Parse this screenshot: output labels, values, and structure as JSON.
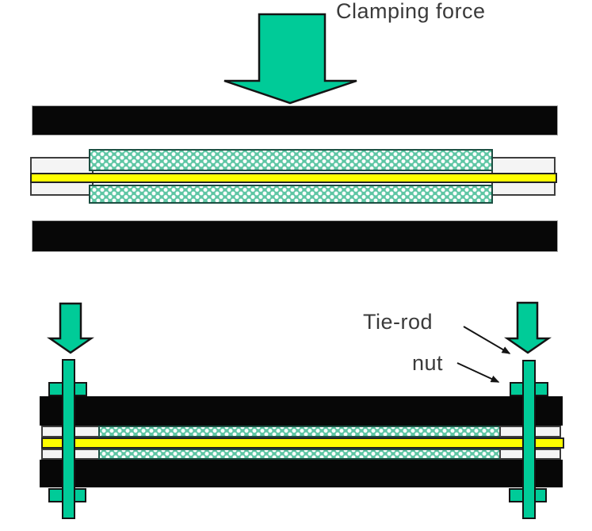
{
  "labels": {
    "clamping_force": "Clamping force",
    "tie_rod": "Tie-rod",
    "nut": "nut"
  },
  "colors": {
    "arrow_green": "#00cb98",
    "membrane_yellow": "#ffff00",
    "plate_black": "#070707",
    "gasket_white": "#f4f4f4",
    "gdl_base": "#5ec6a4",
    "outline_dark": "#141414",
    "label_text": "#3a3a3a",
    "bg": "#ffffff"
  }
}
